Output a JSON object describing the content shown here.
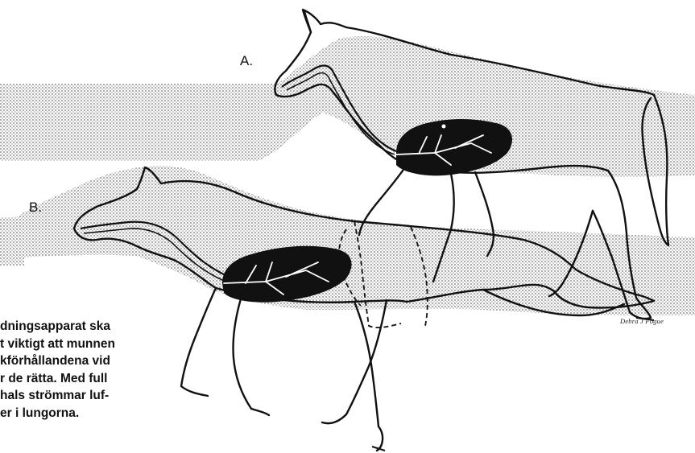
{
  "labels": {
    "a": "A.",
    "b": "B."
  },
  "caption": [
    "dningsapparat  ska",
    "t viktigt att munnen",
    "kförhållandena vid",
    "r de rätta. Med full",
    "hals strömmar luf-",
    "er i lungorna."
  ],
  "signature": "Debra J Fogue",
  "colors": {
    "ink": "#111111",
    "airflow_stipple": "#9a9a9a",
    "lung": "#111111",
    "paper": "#ffffff"
  }
}
